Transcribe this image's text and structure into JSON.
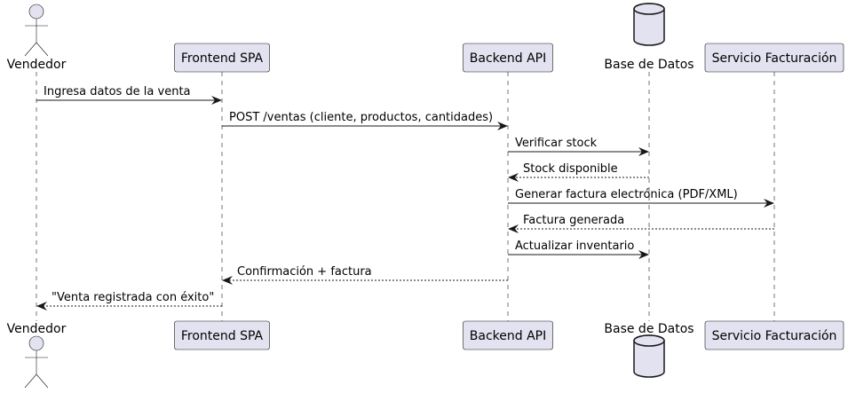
{
  "colors": {
    "participant_fill": "#e2e2f0",
    "participant_stroke": "#181818",
    "lifeline": "#181818",
    "arrow": "#181818",
    "background": "#ffffff"
  },
  "participants": [
    {
      "id": "vendedor",
      "label": "Vendedor",
      "kind": "actor"
    },
    {
      "id": "frontend",
      "label": "Frontend SPA",
      "kind": "box"
    },
    {
      "id": "backend",
      "label": "Backend API",
      "kind": "box"
    },
    {
      "id": "db",
      "label": "Base de Datos",
      "kind": "database"
    },
    {
      "id": "billing",
      "label": "Servicio Facturación",
      "kind": "box"
    }
  ],
  "messages": [
    {
      "from": "vendedor",
      "to": "frontend",
      "label": "Ingresa datos de la venta",
      "dashed": false
    },
    {
      "from": "frontend",
      "to": "backend",
      "label": "POST /ventas (cliente, productos, cantidades)",
      "dashed": false
    },
    {
      "from": "backend",
      "to": "db",
      "label": "Verificar stock",
      "dashed": false
    },
    {
      "from": "db",
      "to": "backend",
      "label": "Stock disponible",
      "dashed": true
    },
    {
      "from": "backend",
      "to": "billing",
      "label": "Generar factura electrónica (PDF/XML)",
      "dashed": false
    },
    {
      "from": "billing",
      "to": "backend",
      "label": "Factura generada",
      "dashed": true
    },
    {
      "from": "backend",
      "to": "db",
      "label": "Actualizar inventario",
      "dashed": false
    },
    {
      "from": "backend",
      "to": "frontend",
      "label": "Confirmación + factura",
      "dashed": true
    },
    {
      "from": "frontend",
      "to": "vendedor",
      "label": "\"Venta registrada con éxito\"",
      "dashed": true
    }
  ]
}
